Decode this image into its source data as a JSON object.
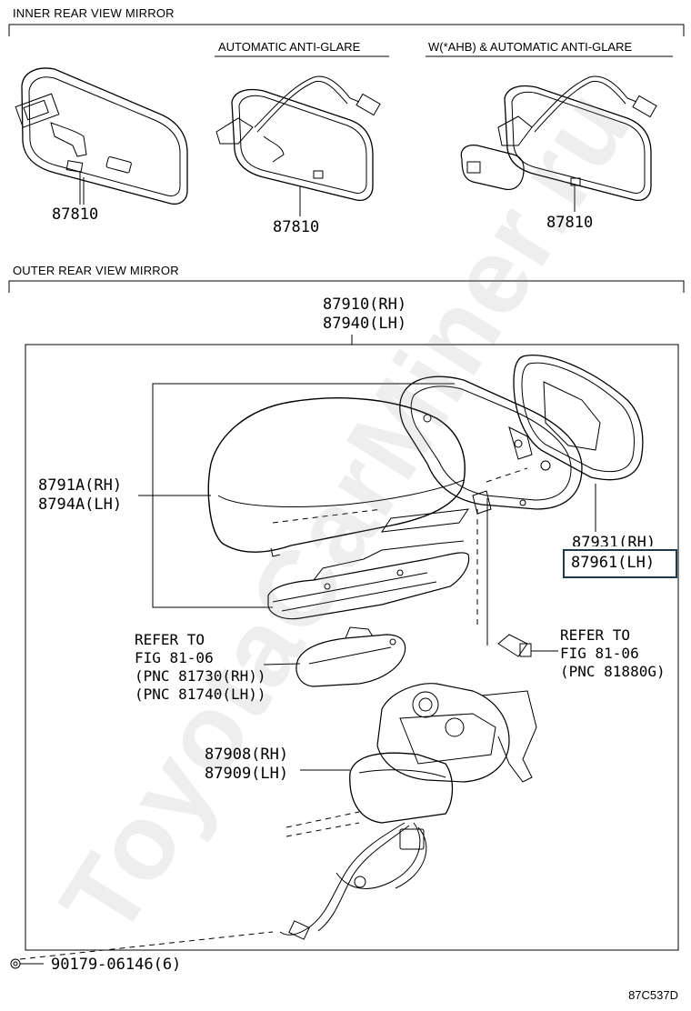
{
  "sections": {
    "inner": "INNER REAR VIEW MIRROR",
    "outer": "OUTER REAR VIEW MIRROR"
  },
  "inner_variants": {
    "auto_anti_glare": "AUTOMATIC ANTI-GLARE",
    "w_ahb_anti_glare": "W(*AHB) & AUTOMATIC ANTI-GLARE"
  },
  "inner_parts": {
    "p1": "87810",
    "p2": "87810",
    "p3": "87810"
  },
  "outer_parts": {
    "assembly_rh": "87910(RH)",
    "assembly_lh": "87940(LH)",
    "cover_rh": "8791A(RH)",
    "cover_lh": "8794A(LH)",
    "mirror_rh": "87931(RH)",
    "mirror_lh": "87961(LH)",
    "refer_left": [
      "REFER TO",
      "FIG 81-06",
      "(PNC 81730(RH))",
      "(PNC 81740(LH))"
    ],
    "refer_right": [
      "REFER TO",
      "FIG 81-06",
      "(PNC 81880G)"
    ],
    "base_rh": "87908(RH)",
    "base_lh": "87909(LH)",
    "screw": "90179-06146(6)"
  },
  "diagram_code": "87C537D",
  "watermark": "ToyotaCarMiner.ru",
  "colors": {
    "highlight": "#1f3a4a",
    "line": "#000000"
  }
}
